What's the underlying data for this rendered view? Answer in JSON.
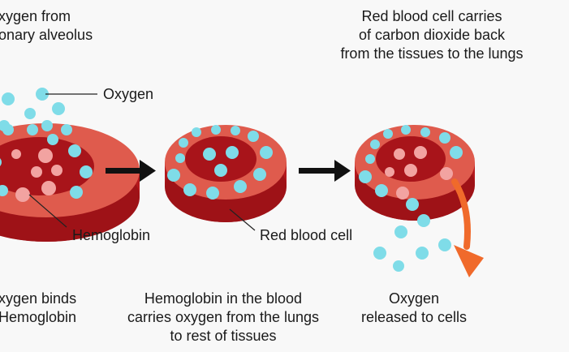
{
  "texts": {
    "top_left": [
      "xygen from",
      "onary alveolus"
    ],
    "top_right": [
      "Red blood cell carries",
      "of carbon dioxide back",
      "from the tissues to the lungs"
    ],
    "oxygen_label": "Oxygen",
    "hemoglobin_label": "Hemoglobin",
    "rbc_label": "Red blood cell",
    "bottom_left": [
      "xygen binds",
      "Hemoglobin"
    ],
    "bottom_middle": [
      "Hemoglobin in the blood",
      "carries oxygen from the lungs",
      "to rest of tissues"
    ],
    "bottom_right": [
      "Oxygen",
      "released to cells"
    ]
  },
  "colors": {
    "cell_side": "#b5191d",
    "cell_rim": "#df5b4d",
    "cell_center": "#a8141a",
    "oxygen": "#7fdce8",
    "hemoglobin_dot": "#f2a3a1",
    "arrow": "#111111",
    "release_arrow": "#f06a2b"
  }
}
